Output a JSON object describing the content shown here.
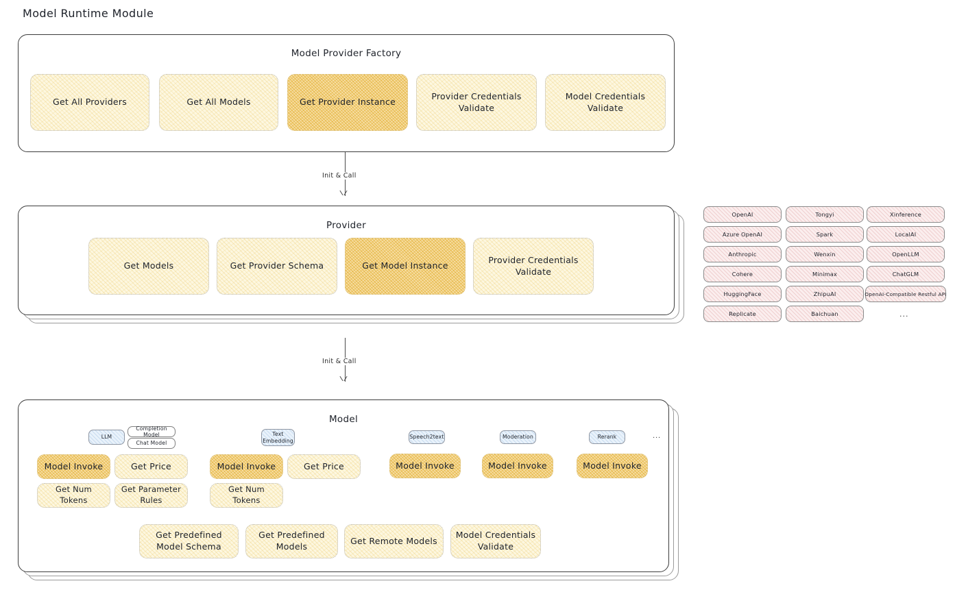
{
  "page": {
    "title": "Model Runtime Module"
  },
  "factory": {
    "title": "Model Provider Factory",
    "methods": [
      {
        "label": "Get All Providers",
        "highlighted": false
      },
      {
        "label": "Get All Models",
        "highlighted": false
      },
      {
        "label": "Get Provider Instance",
        "highlighted": true
      },
      {
        "label": "Provider Credentials Validate",
        "highlighted": false
      },
      {
        "label": "Model Credentials Validate",
        "highlighted": false
      }
    ]
  },
  "arrows": [
    {
      "label": "Init & Call"
    },
    {
      "label": "Init & Call"
    }
  ],
  "provider": {
    "title": "Provider",
    "methods": [
      {
        "label": "Get Models",
        "highlighted": false
      },
      {
        "label": "Get Provider Schema",
        "highlighted": false
      },
      {
        "label": "Get Model Instance",
        "highlighted": true
      },
      {
        "label": "Provider Credentials Validate",
        "highlighted": false
      }
    ]
  },
  "provider_list": {
    "ellipsis": "...",
    "columns": [
      [
        "OpenAI",
        "Azure OpenAI",
        "Anthropic",
        "Cohere",
        "HuggingFace",
        "Replicate"
      ],
      [
        "Tongyi",
        "Spark",
        "Wenxin",
        "Minimax",
        "ZhipuAI",
        "Baichuan"
      ],
      [
        "Xinference",
        "LocalAI",
        "OpenLLM",
        "ChatGLM",
        "OpenAI-Compatible Restful API"
      ]
    ]
  },
  "model": {
    "title": "Model",
    "ellipsis": "...",
    "types": [
      {
        "badge": "LLM",
        "sub_badges": [
          "Completion Model",
          "Chat Model"
        ],
        "methods": [
          {
            "label": "Model Invoke",
            "highlighted": true
          },
          {
            "label": "Get Price",
            "highlighted": false
          },
          {
            "label": "Get Num Tokens",
            "highlighted": false
          },
          {
            "label": "Get Parameter Rules",
            "highlighted": false
          }
        ]
      },
      {
        "badge": "Text Embedding",
        "sub_badges": [],
        "methods": [
          {
            "label": "Model Invoke",
            "highlighted": true
          },
          {
            "label": "Get Price",
            "highlighted": false
          },
          {
            "label": "Get Num Tokens",
            "highlighted": false
          }
        ]
      },
      {
        "badge": "Speech2text",
        "sub_badges": [],
        "methods": [
          {
            "label": "Model Invoke",
            "highlighted": true
          }
        ]
      },
      {
        "badge": "Moderation",
        "sub_badges": [],
        "methods": [
          {
            "label": "Model Invoke",
            "highlighted": true
          }
        ]
      },
      {
        "badge": "Rerank",
        "sub_badges": [],
        "methods": [
          {
            "label": "Model Invoke",
            "highlighted": true
          }
        ]
      }
    ],
    "common_methods": [
      {
        "label": "Get Predefined Model Schema"
      },
      {
        "label": "Get Predefined Models"
      },
      {
        "label": "Get Remote Models"
      },
      {
        "label": "Model Credentials Validate"
      }
    ]
  },
  "colors": {
    "box_fill": "#fdf7e0",
    "box_highlight": "#f7dfa6",
    "chip_fill": "#fbeeee",
    "badge_fill": "#e9f2fb",
    "stroke": "#3c3c3c"
  }
}
